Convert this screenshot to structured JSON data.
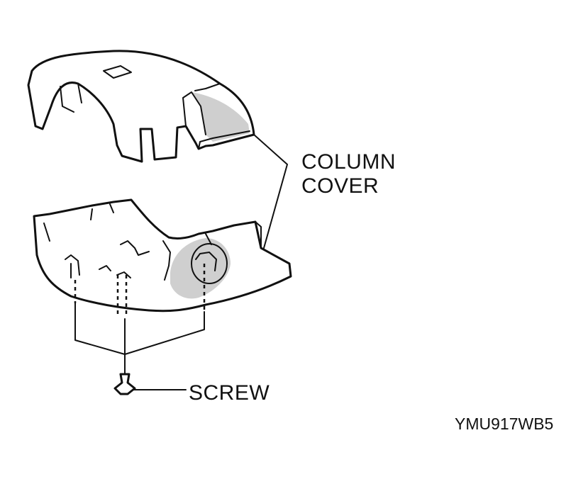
{
  "labels": {
    "column_cover_line1": "COLUMN",
    "column_cover_line2": "COVER",
    "screw": "SCREW",
    "figure_code": "YMU917WB5"
  },
  "colors": {
    "ink": "#111111",
    "shading": "#cfcfcf",
    "background": "#ffffff"
  }
}
